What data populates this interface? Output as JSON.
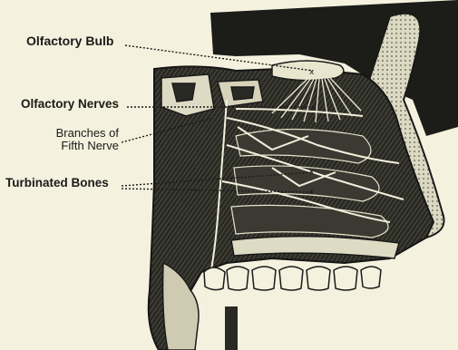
{
  "figure": {
    "labels": {
      "olfactory_bulb": "Olfactory Bulb",
      "olfactory_nerves": "Olfactory Nerves",
      "fifth_nerve_line1": "Branches of",
      "fifth_nerve_line2": "Fifth Nerve",
      "turbinated_bones": "Turbinated Bones"
    },
    "colors": {
      "background": "#f4f2df",
      "ink": "#1a1a1a",
      "nerve": "#f2f0dc"
    }
  }
}
